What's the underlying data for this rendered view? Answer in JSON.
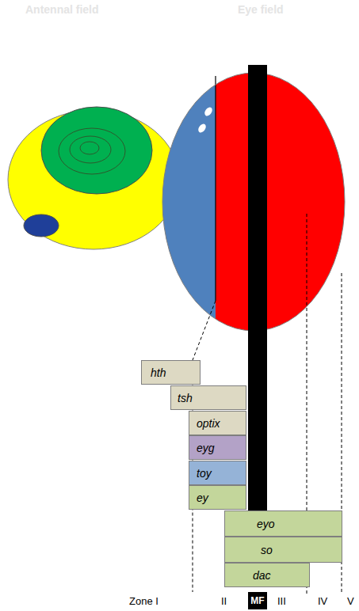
{
  "diagram": {
    "nodes": [
      {
        "text": [
          "hth"
        ]
      },
      {
        "text": [
          "tsh"
        ]
      },
      {
        "text": [
          "optix"
        ]
      },
      {
        "text": [
          "eyg"
        ]
      },
      {
        "text": [
          "toy"
        ]
      },
      {
        "text": [
          "ey"
        ]
      },
      {
        "text": [
          "eyo"
        ]
      },
      {
        "text": [
          "so"
        ]
      },
      {
        "text": [
          "dac"
        ]
      }
    ],
    "labels": [
      "Antennal field",
      "Eye field",
      "Zone I",
      "II",
      "MF",
      "III",
      "IV",
      "V"
    ]
  }
}
